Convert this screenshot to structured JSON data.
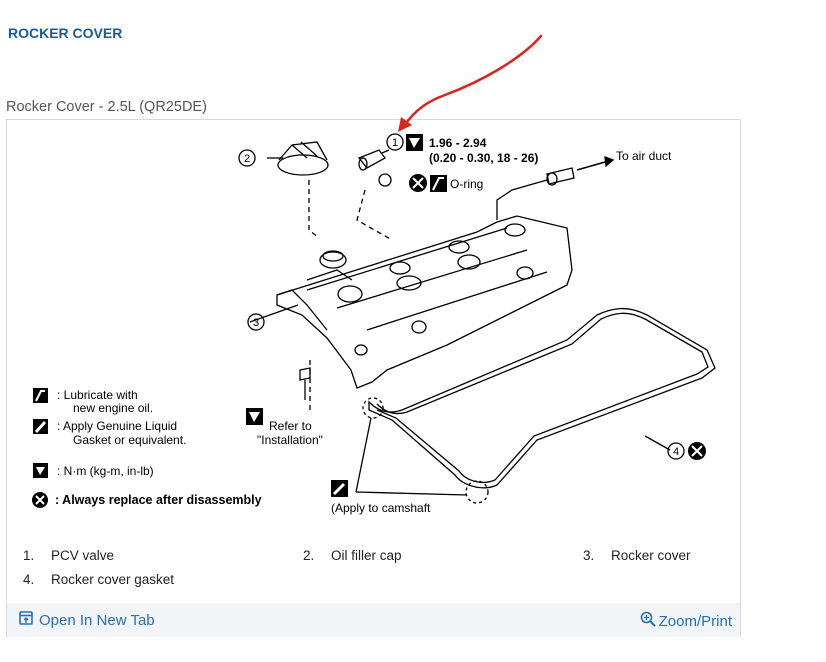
{
  "section_title": "ROCKER COVER",
  "figure": {
    "caption": "Rocker Cover - 2.5L (QR25DE)",
    "callouts": {
      "c1": "1",
      "c2": "2",
      "c3": "3",
      "c4": "4",
      "torque_line1": "1.96 - 2.94",
      "torque_line2": "(0.20 - 0.30, 18 - 26)",
      "oring": "O-ring",
      "to_air_duct": "To air duct",
      "refer_line1": "Refer to",
      "refer_line2": "\"Installation\"",
      "apply_camshaft": "(Apply to camshaft"
    },
    "legend": {
      "lubricate_line1": ": Lubricate with",
      "lubricate_line2": "new engine oil.",
      "liquid_line1": ": Apply Genuine Liquid",
      "liquid_line2": "Gasket or equivalent.",
      "torque_units": ": N·m (kg-m, in-lb)",
      "replace": ": Always replace after disassembly"
    }
  },
  "parts": [
    {
      "num": "1.",
      "name": "PCV valve"
    },
    {
      "num": "2.",
      "name": "Oil filler cap"
    },
    {
      "num": "3.",
      "name": "Rocker cover"
    },
    {
      "num": "4.",
      "name": "Rocker cover gasket"
    }
  ],
  "toolbar": {
    "open_tab": "Open In New Tab",
    "zoom_print": "Zoom/Print"
  },
  "colors": {
    "title": "#1a5a96",
    "link": "#2470b8",
    "annotation_arrow": "#d9261c"
  }
}
